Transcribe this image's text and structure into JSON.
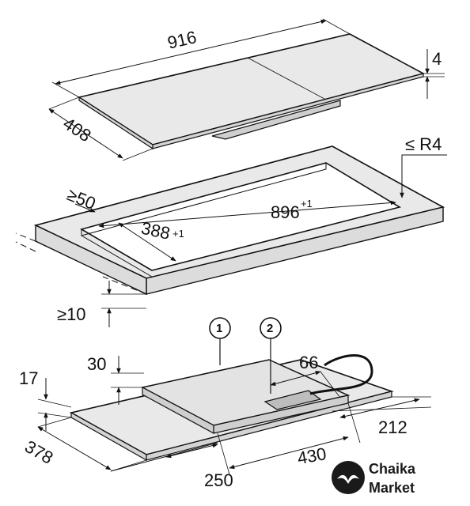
{
  "dimensions": {
    "top_length": "916",
    "top_thickness": "4",
    "top_depth": "408",
    "corner_radius": "≤ R4",
    "margin_side": "≥50",
    "cutout_length": "896",
    "cutout_length_tol": "+1",
    "cutout_depth": "388",
    "cutout_depth_tol": "+1",
    "margin_front": "≥10",
    "glass_height": "17",
    "housing_height": "30",
    "cable_offset": "66",
    "base_depth": "378",
    "offset_front": "250",
    "housing_length": "430",
    "offset_side": "212"
  },
  "callouts": [
    {
      "number": "1"
    },
    {
      "number": "2"
    }
  ],
  "watermark": {
    "line1": "Chaika",
    "line2": "Market"
  },
  "colors": {
    "line": "#111111",
    "panel_fill": "#e9e9e9",
    "background": "#ffffff"
  }
}
